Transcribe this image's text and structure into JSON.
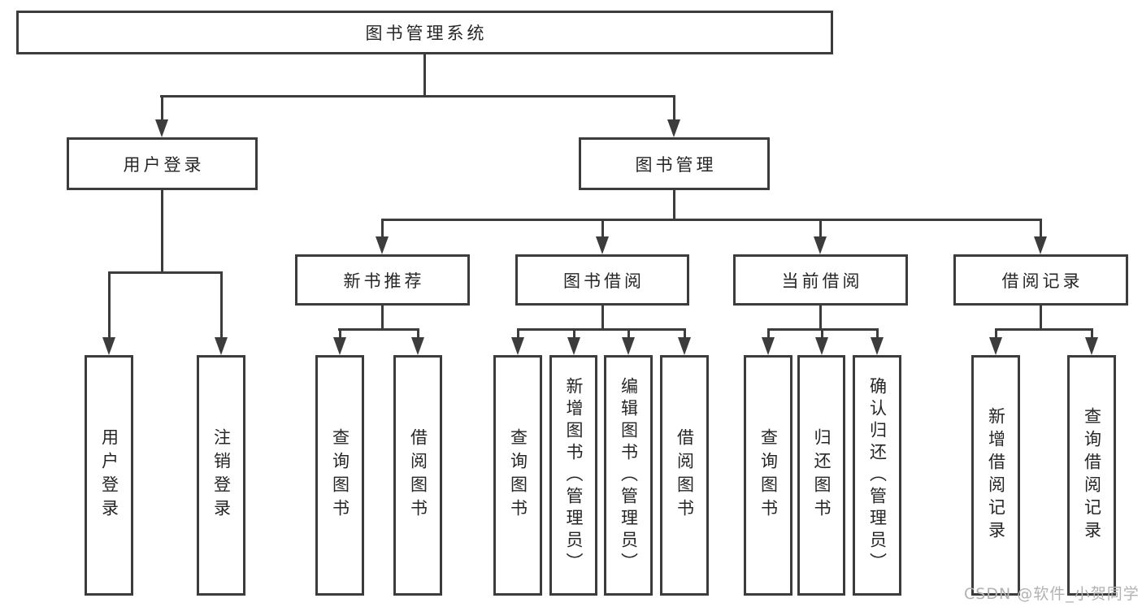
{
  "diagram": {
    "root": {
      "label": "图书管理系统"
    },
    "branches": [
      {
        "label": "用户登录",
        "children": [
          {
            "label": "用户登录"
          },
          {
            "label": "注销登录"
          }
        ]
      },
      {
        "label": "图书管理",
        "children": [
          {
            "label": "新书推荐",
            "children": [
              {
                "label": "查询图书"
              },
              {
                "label": "借阅图书"
              }
            ]
          },
          {
            "label": "图书借阅",
            "children": [
              {
                "label": "查询图书"
              },
              {
                "label": "新增图书（管理员）"
              },
              {
                "label": "编辑图书（管理员）"
              },
              {
                "label": "借阅图书"
              }
            ]
          },
          {
            "label": "当前借阅",
            "children": [
              {
                "label": "查询图书"
              },
              {
                "label": "归还图书"
              },
              {
                "label": "确认归还（管理员）"
              }
            ]
          },
          {
            "label": "借阅记录",
            "children": [
              {
                "label": "新增借阅记录"
              },
              {
                "label": "查询借阅记录"
              }
            ]
          }
        ]
      }
    ]
  },
  "watermark": {
    "text": "CSDN @软件_小贺同学"
  },
  "colors": {
    "line": "#3c3c3c",
    "text": "#262626",
    "watermark": "#b2b2b2",
    "background": "#ffffff"
  }
}
